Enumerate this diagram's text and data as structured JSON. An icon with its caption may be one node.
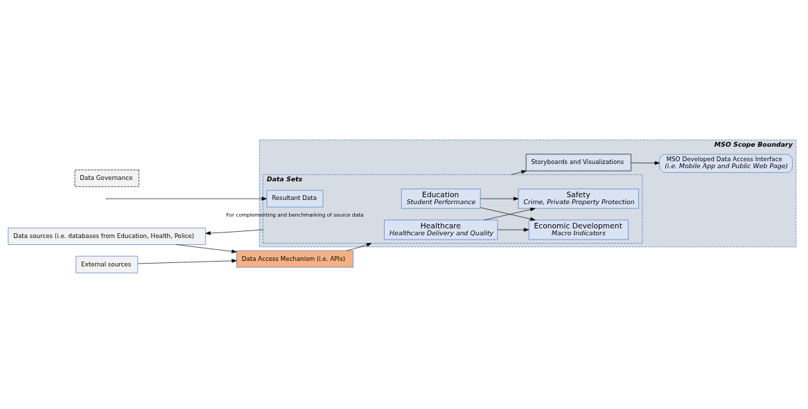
{
  "diagram": {
    "nodes": [
      {
        "text": [
          "MSO Scope Boundary"
        ]
      },
      {
        "text": [
          "MSO Developed Data Access Interface",
          "(i.e. Mobile App and Public Web Page)"
        ],
        "in": 0
      },
      {
        "text": [
          "Storyboards and Visualizations"
        ],
        "in": 0
      },
      {
        "text": [
          "Data Sets"
        ],
        "in": 0
      },
      {
        "text": [
          "Education",
          "Student Performance"
        ],
        "in": 3
      },
      {
        "text": [
          "Economic Development",
          "Macro Indicators"
        ],
        "in": 3
      },
      {
        "text": [
          "Resultant Data"
        ],
        "in": 3
      },
      {
        "text": [
          "Healthcare",
          "Healthcare Delivery and Quality"
        ],
        "in": 3
      },
      {
        "text": [
          "Safety",
          "Crime, Private Property Protection"
        ],
        "in": 3
      },
      {
        "text": [
          "External sources"
        ]
      },
      {
        "text": [
          "Data sources (i.e. databases from Education, Health, Police)"
        ]
      },
      {
        "text": [
          "Data Access Mechanism (i.e. APIs)"
        ]
      },
      {
        "text": [
          "Data Governance"
        ]
      }
    ],
    "edges": [
      {
        "from": 9,
        "to": 11,
        "arrow": "to"
      },
      {
        "from": 10,
        "to": 11,
        "arrow": "to"
      },
      {
        "from": 11,
        "to": 3,
        "arrow": "to"
      },
      {
        "from": 4,
        "to": 5,
        "arrow": "to"
      },
      {
        "from": 4,
        "to": 8,
        "arrow": "to"
      },
      {
        "from": 7,
        "to": 5,
        "arrow": "to"
      },
      {
        "from": 7,
        "to": 8,
        "arrow": "to"
      },
      {
        "from": null,
        "to": 6,
        "arrow": "to"
      },
      {
        "from": 3,
        "to": 2,
        "arrow": "to"
      },
      {
        "from": 2,
        "to": 1,
        "arrow": "to"
      },
      {
        "from": 3,
        "to": 10,
        "arrow": "to",
        "label": "For complementing and benchmarking of source data"
      }
    ]
  }
}
